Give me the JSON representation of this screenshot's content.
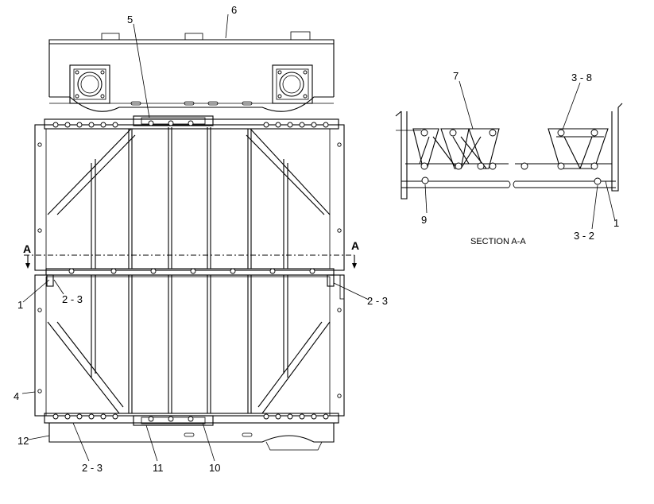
{
  "callouts": {
    "c6": "6",
    "c5": "5",
    "c1_left": "1",
    "c2_3_left": "2 - 3",
    "c2_3_right": "2 - 3",
    "c4": "4",
    "c12": "12",
    "c2_3_bottom": "2 - 3",
    "c11": "11",
    "c10": "10",
    "c7": "7",
    "c3_8": "3 - 8",
    "c9": "9",
    "c1_section": "1",
    "c3_2": "3 - 2"
  },
  "section": {
    "marker": "A",
    "title": "SECTION A-A"
  }
}
